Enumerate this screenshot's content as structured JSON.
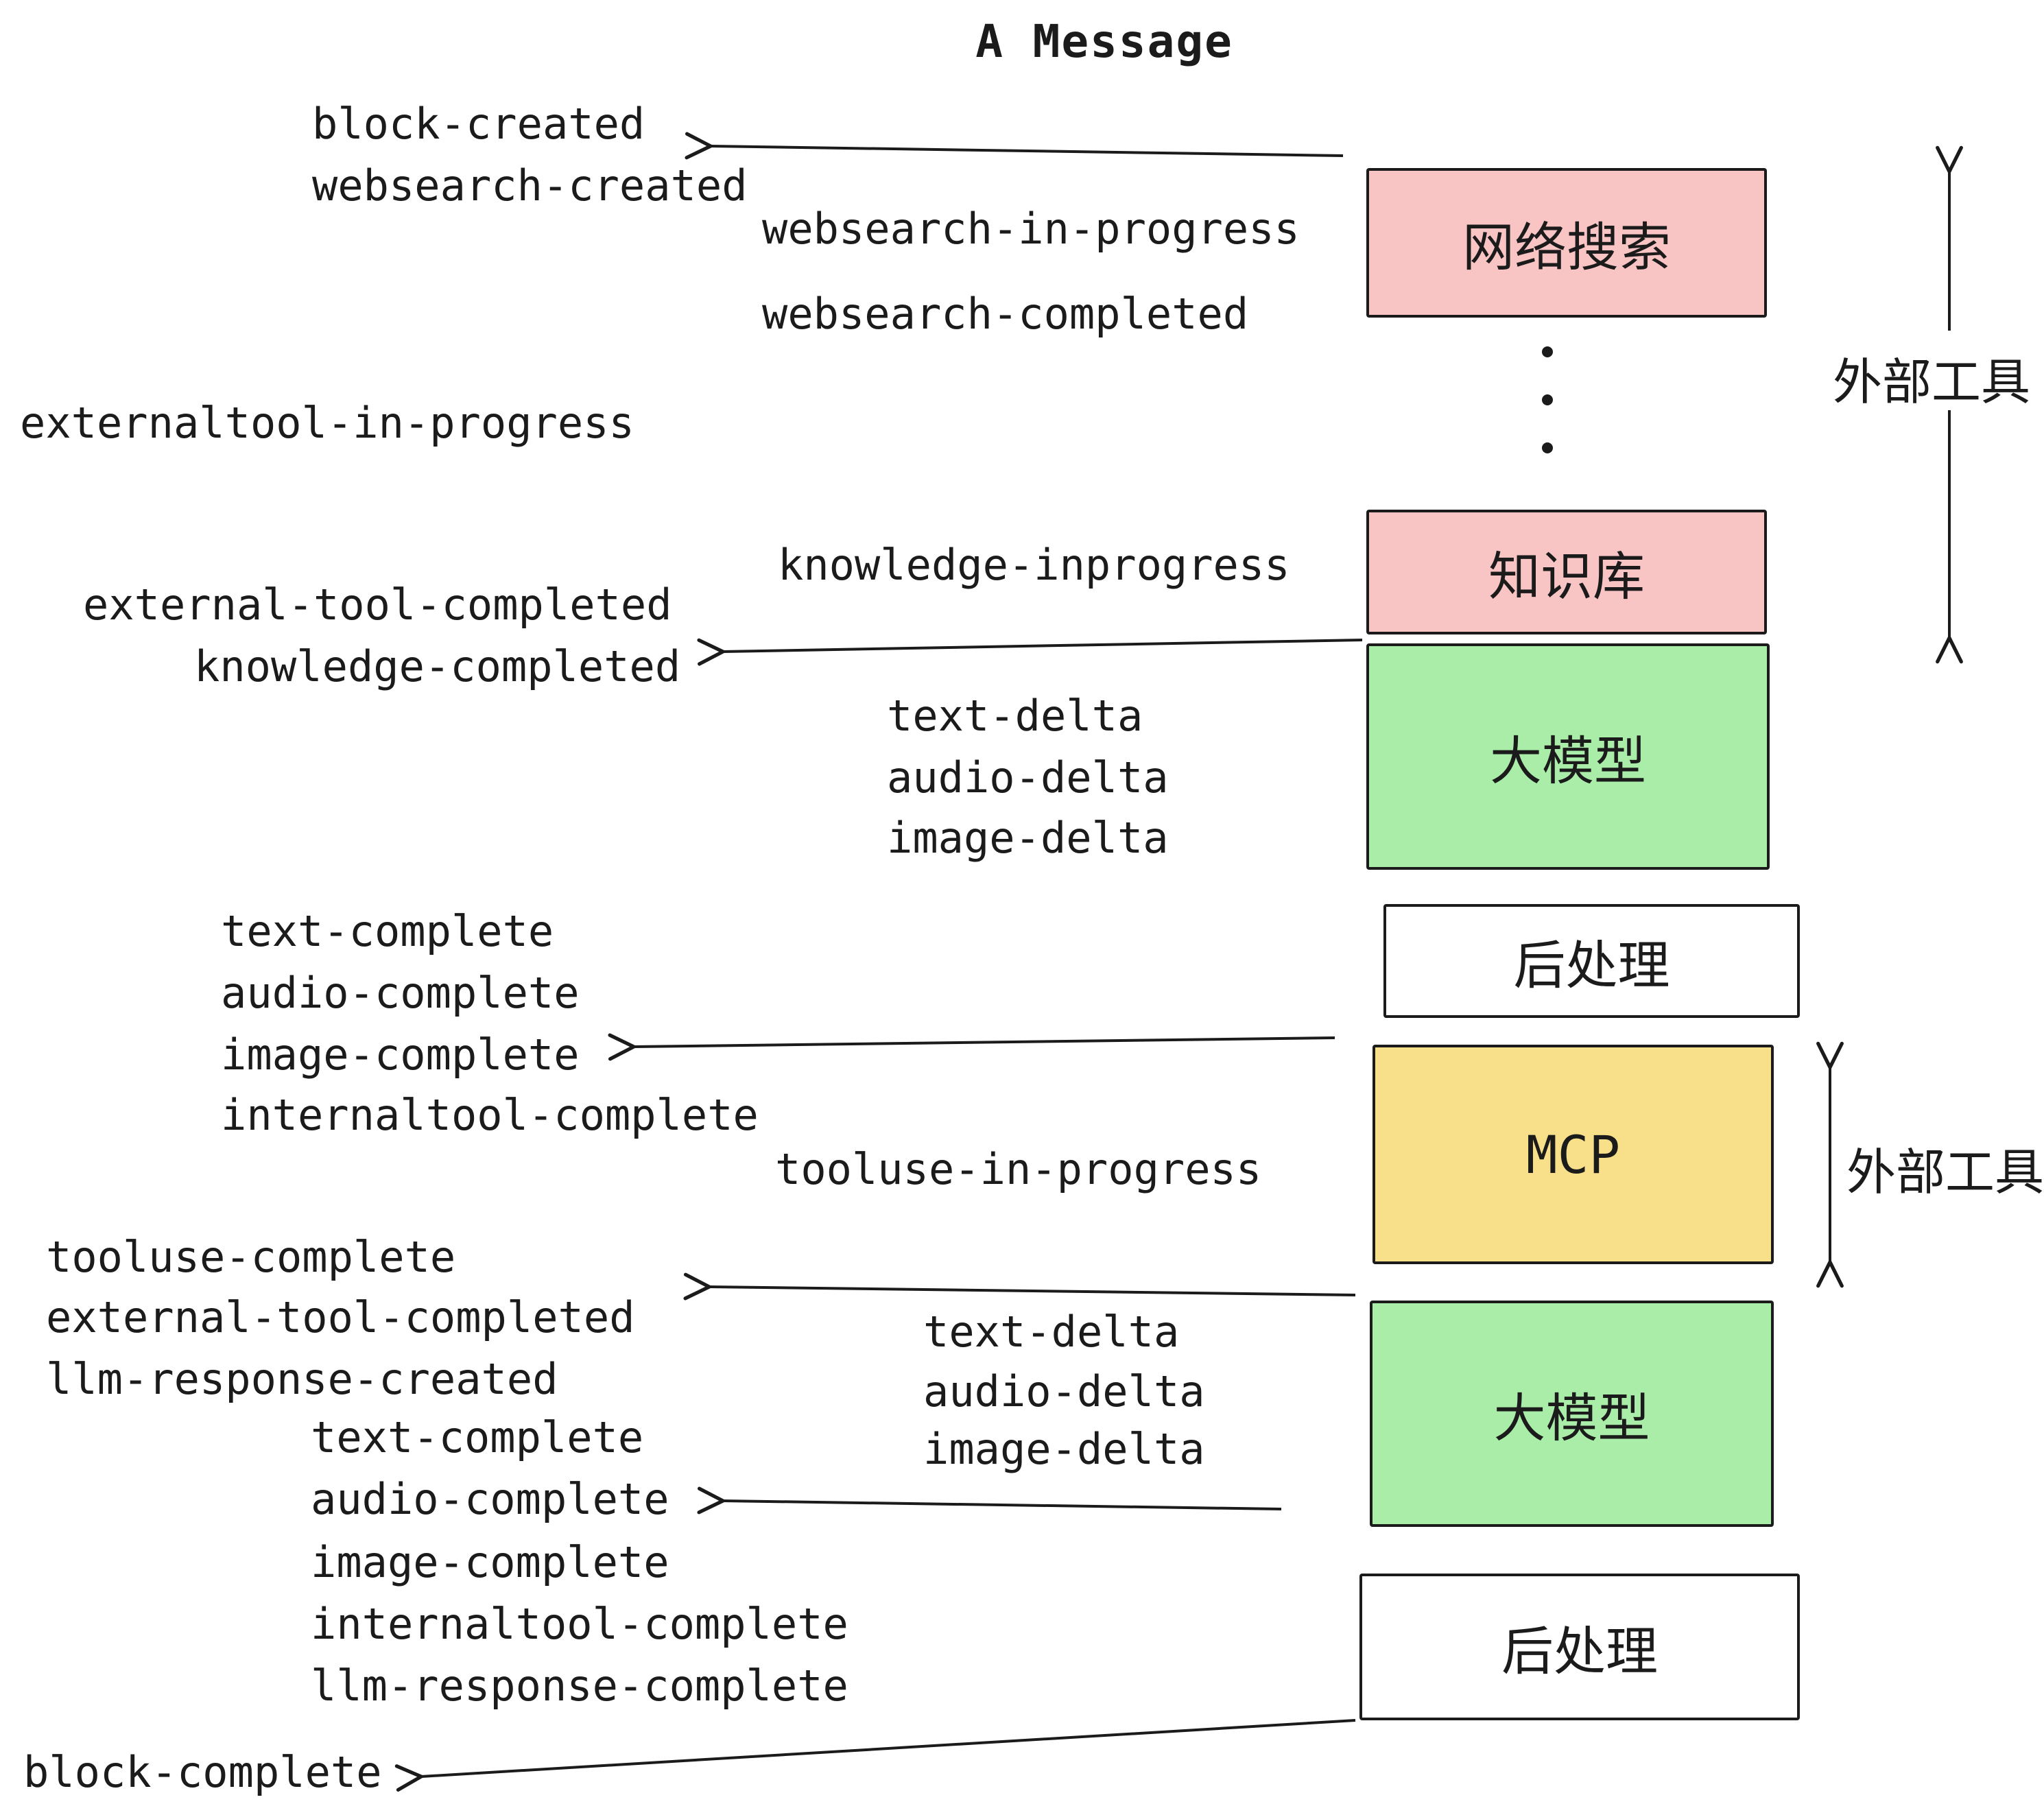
{
  "title": "A Message",
  "colors": {
    "pink": "#f9c4c4",
    "green": "#a9eda9",
    "yellow": "#f8e08a",
    "white": "#ffffff",
    "ink": "#1b1b1b"
  },
  "pipeline": {
    "websearch": "网络搜索",
    "knowledge": "知识库",
    "llm": "大模型",
    "postprocess": "后处理",
    "mcp": "MCP"
  },
  "annotations": {
    "external_tool_top": "外部工具",
    "external_tool_mcp": "外部工具"
  },
  "events": {
    "block_created": "block-created",
    "websearch_created": "websearch-created",
    "websearch_in_progress": "websearch-in-progress",
    "websearch_completed": "websearch-completed",
    "externaltool_in_progress": "externaltool-in-progress",
    "knowledge_inprogress": "knowledge-inprogress",
    "external_tool_completed": "external-tool-completed",
    "knowledge_completed": "knowledge-completed",
    "text_delta": "text-delta",
    "audio_delta": "audio-delta",
    "image_delta": "image-delta",
    "text_complete": "text-complete",
    "audio_complete": "audio-complete",
    "image_complete": "image-complete",
    "internaltool_complete": "internaltool-complete",
    "tooluse_in_progress": "tooluse-in-progress",
    "tooluse_complete": "tooluse-complete",
    "llm_response_created": "llm-response-created",
    "llm_response_complete": "llm-response-complete",
    "block_complete": "block-complete"
  }
}
